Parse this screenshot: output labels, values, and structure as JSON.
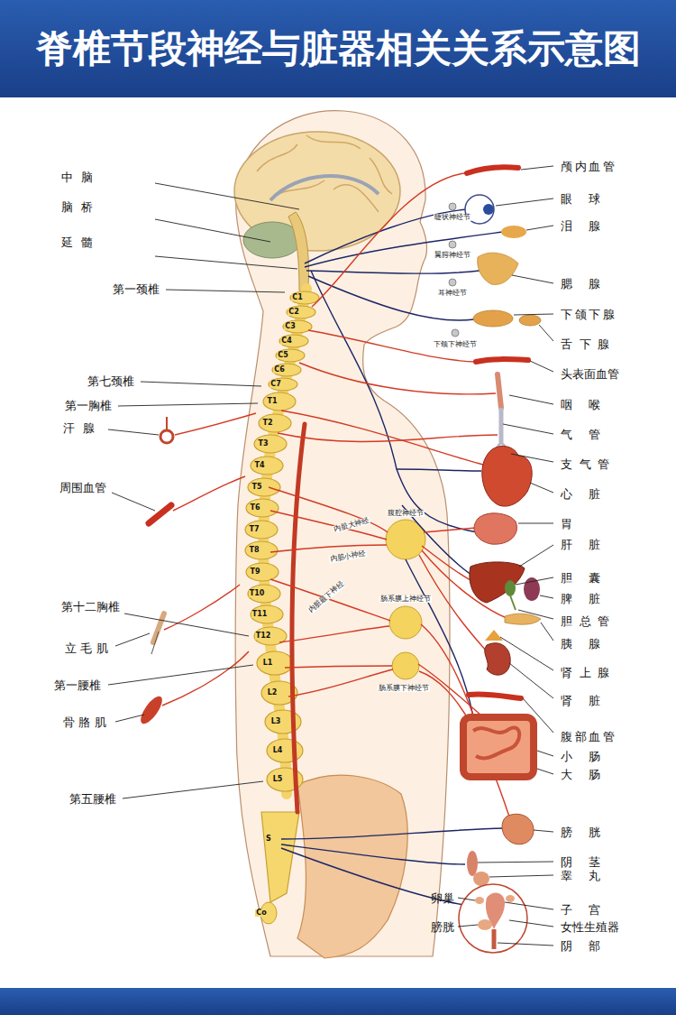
{
  "diagram": {
    "title": "脊椎节段神经与脏器相关关系示意图",
    "labels": [
      "中脑",
      "脑桥",
      "延髓",
      "第一颈椎",
      "第七颈椎",
      "第一胸椎",
      "汗腺",
      "周围血管",
      "第十二胸椎",
      "立毛肌",
      "第一腰椎",
      "骨胳肌",
      "第五腰椎",
      "颅内血管",
      "眼球",
      "泪腺",
      "腮腺",
      "下颌下腺",
      "舌下腺",
      "头表面血管",
      "咽喉",
      "气管",
      "支气管",
      "心脏",
      "胃",
      "肝脏",
      "胆囊",
      "脾脏",
      "胆总管",
      "胰腺",
      "肾上腺",
      "肾脏",
      "腹部血管",
      "小肠",
      "大肠",
      "膀胱",
      "阴茎",
      "睾丸",
      "子宫",
      "女性生殖器",
      "阴部",
      "卵巢",
      "膀胱",
      "睫状神经节",
      "翼腭神经节",
      "耳神经节",
      "下颌下神经节",
      "腹腔神经节",
      "内脏大神经",
      "内脏小神经",
      "内脏最下神经",
      "肠系膜上神经节",
      "肠系膜下神经节",
      "C1",
      "C2",
      "C3",
      "C4",
      "C5",
      "C6",
      "C7",
      "T1",
      "T2",
      "T3",
      "T4",
      "T5",
      "T6",
      "T7",
      "T8",
      "T9",
      "T10",
      "T11",
      "T12",
      "L1",
      "L2",
      "L3",
      "L4",
      "L5",
      "S",
      "Co"
    ]
  }
}
